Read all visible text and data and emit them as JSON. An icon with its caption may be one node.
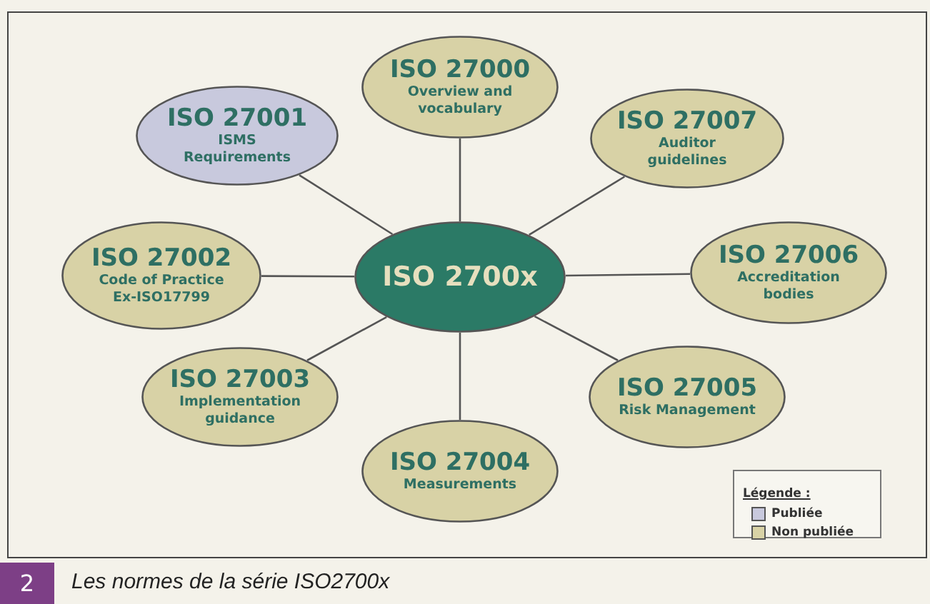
{
  "diagram": {
    "caption": "Les normes de la série ISO2700x",
    "nodes": [
      {
        "text": [
          "ISO 27000",
          "Overview and vocabulary"
        ]
      },
      {
        "text": [
          "ISO 27001",
          "ISMS Requirements"
        ]
      },
      {
        "text": [
          "ISO 27007",
          "Auditor guidelines"
        ]
      },
      {
        "text": [
          "ISO 27002",
          "Code of Practice Ex-ISO17799"
        ]
      },
      {
        "text": [
          "ISO 2700x"
        ]
      },
      {
        "text": [
          "ISO 27006",
          "Accreditation bodies"
        ]
      },
      {
        "text": [
          "ISO 27003",
          "Implementation guidance"
        ]
      },
      {
        "text": [
          "ISO 27005",
          "Risk Management"
        ]
      },
      {
        "text": [
          "ISO 27004",
          "Measurements"
        ]
      }
    ],
    "edges": [
      {
        "from": 4,
        "to": 0,
        "arrow": "none"
      },
      {
        "from": 4,
        "to": 1,
        "arrow": "none"
      },
      {
        "from": 4,
        "to": 2,
        "arrow": "none"
      },
      {
        "from": 4,
        "to": 3,
        "arrow": "none"
      },
      {
        "from": 4,
        "to": 5,
        "arrow": "none"
      },
      {
        "from": 4,
        "to": 6,
        "arrow": "none"
      },
      {
        "from": 4,
        "to": 7,
        "arrow": "none"
      },
      {
        "from": 4,
        "to": 8,
        "arrow": "none"
      }
    ],
    "labels": [
      "Légende :",
      "2"
    ],
    "legend": [
      {
        "text": "Publiée",
        "color": "#c8c9dd"
      },
      {
        "text": "Non publiée",
        "color": "#d8d2a6"
      }
    ]
  }
}
